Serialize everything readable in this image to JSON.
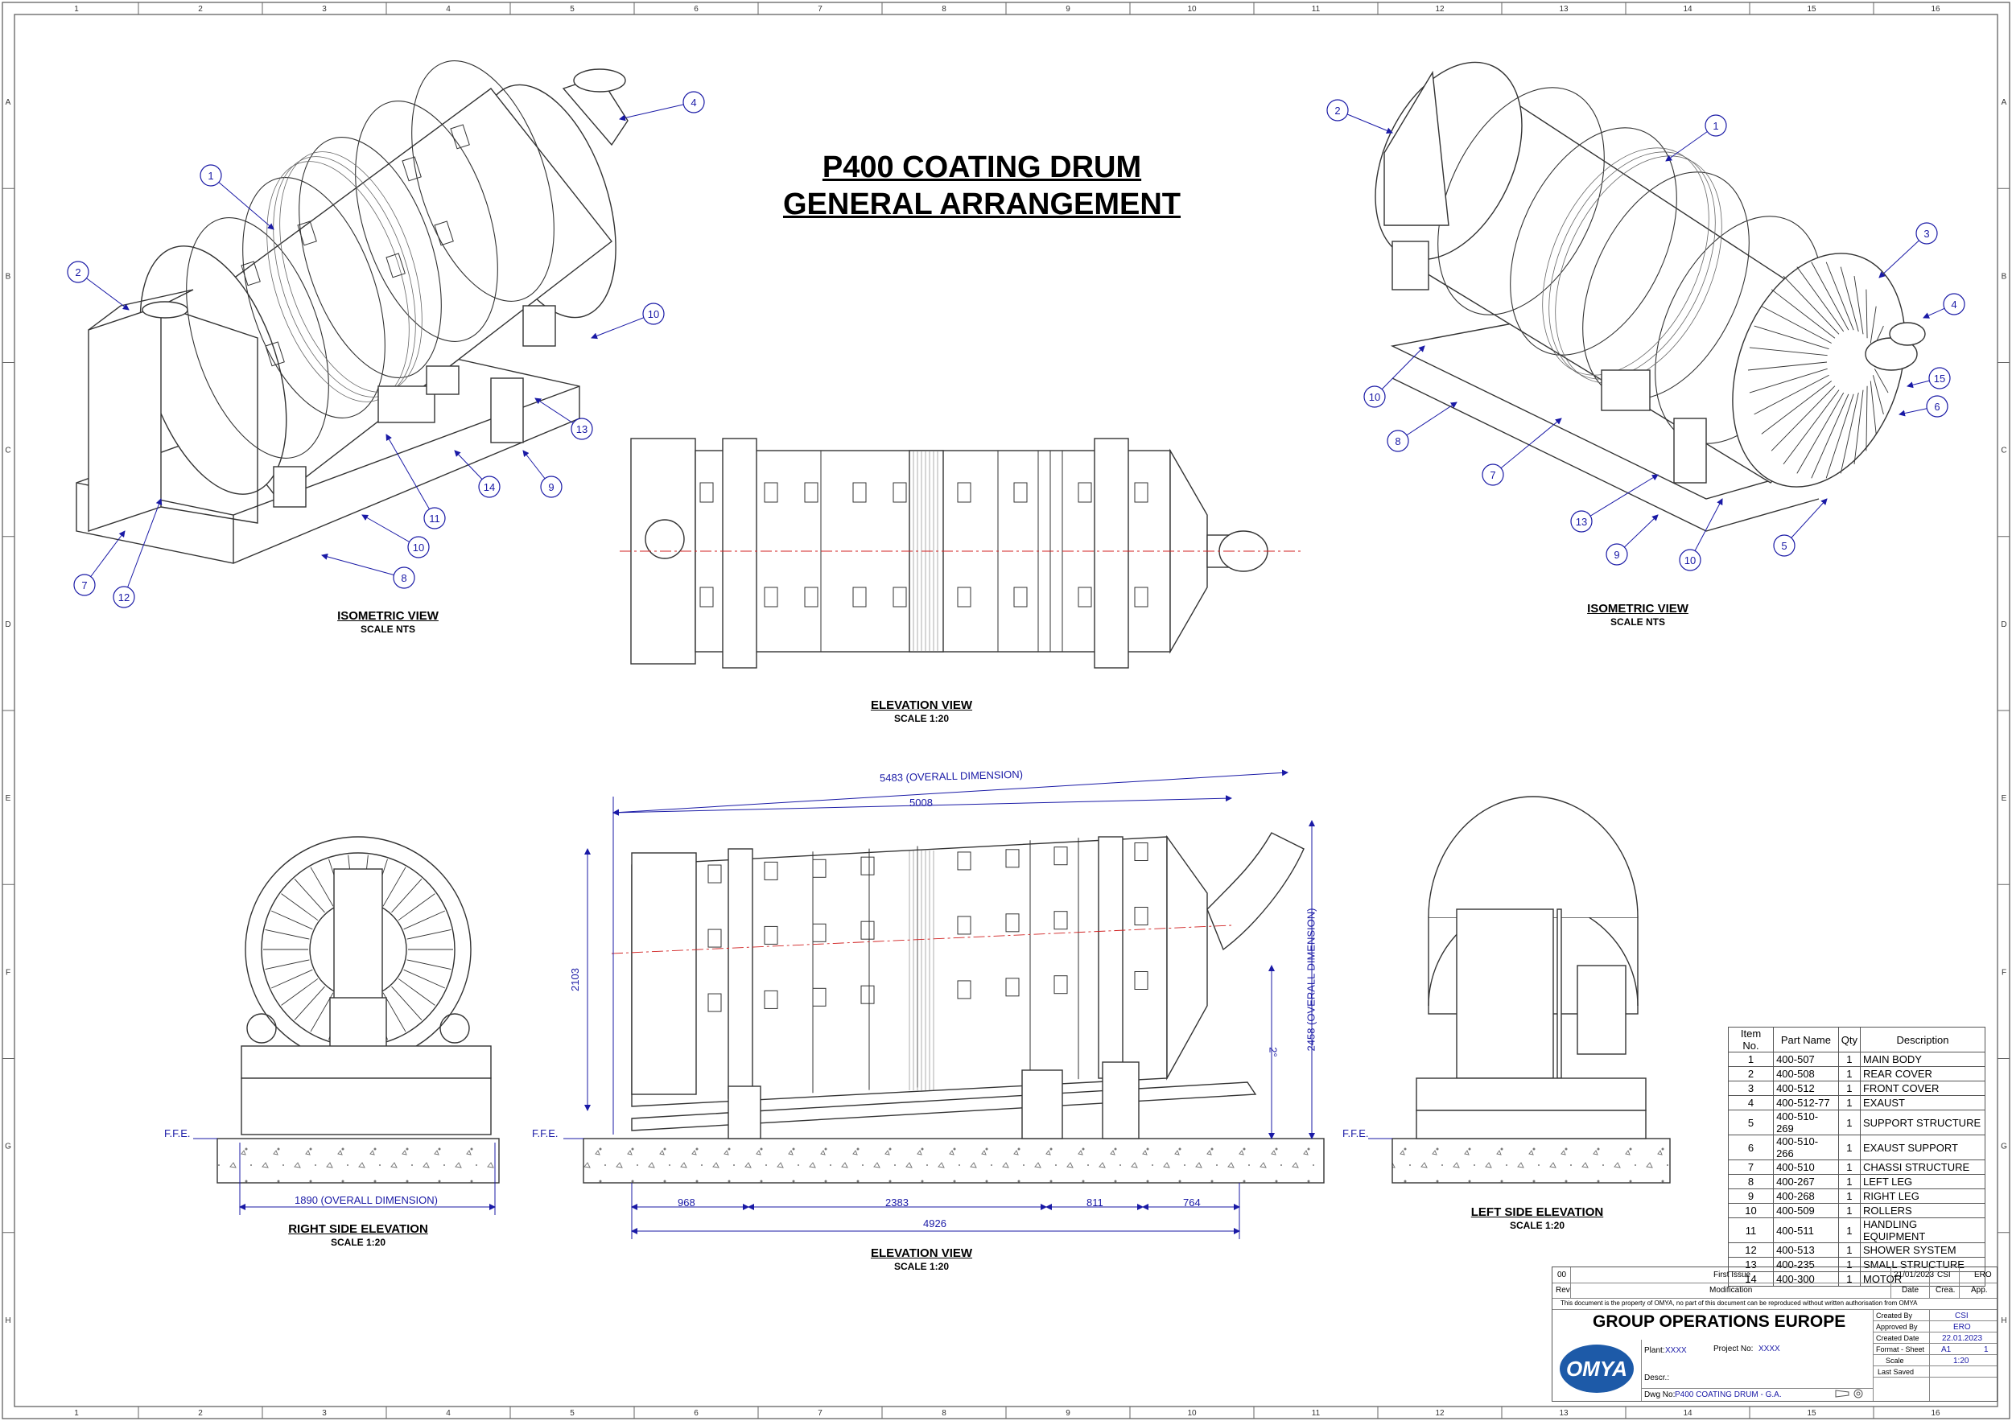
{
  "title": {
    "line1": "P400 COATING DRUM",
    "line2": "GENERAL ARRANGEMENT"
  },
  "border": {
    "columns": [
      "1",
      "2",
      "3",
      "4",
      "5",
      "6",
      "7",
      "8",
      "9",
      "10",
      "11",
      "12",
      "13",
      "14",
      "15",
      "16"
    ],
    "rows": [
      "A",
      "B",
      "C",
      "D",
      "E",
      "F",
      "G",
      "H"
    ]
  },
  "views": {
    "iso_left": {
      "name": "ISOMETRIC VIEW",
      "scale": "SCALE NTS"
    },
    "iso_right": {
      "name": "ISOMETRIC VIEW",
      "scale": "SCALE NTS"
    },
    "elevation_top": {
      "name": "ELEVATION VIEW",
      "scale": "SCALE 1:20"
    },
    "elevation_bottom": {
      "name": "ELEVATION VIEW",
      "scale": "SCALE 1:20"
    },
    "right_side": {
      "name": "RIGHT SIDE ELEVATION",
      "scale": "SCALE 1:20"
    },
    "left_side": {
      "name": "LEFT SIDE ELEVATION",
      "scale": "SCALE 1:20"
    }
  },
  "balloons_left": [
    "1",
    "2",
    "4",
    "10",
    "13",
    "14",
    "9",
    "11",
    "10",
    "8",
    "7",
    "12"
  ],
  "balloons_right": [
    "2",
    "1",
    "3",
    "4",
    "15",
    "6",
    "10",
    "8",
    "7",
    "13",
    "9",
    "10",
    "5"
  ],
  "dimensions": {
    "overall_length": "5483 (OVERALL DIMENSION)",
    "drum_length": "5008",
    "height": "2103",
    "overall_height": "2458 (OVERALL DIMENSION)",
    "slope": "2°",
    "width": "1890 (OVERALL DIMENSION)",
    "seg1": "968",
    "seg2": "2383",
    "seg3": "811",
    "seg4": "764",
    "base_length": "4926",
    "ffe": "F.F.E."
  },
  "parts": {
    "headers": [
      "Item No.",
      "Part Name",
      "Qty",
      "Description"
    ],
    "rows": [
      [
        "1",
        "400-507",
        "1",
        "MAIN BODY"
      ],
      [
        "2",
        "400-508",
        "1",
        "REAR COVER"
      ],
      [
        "3",
        "400-512",
        "1",
        "FRONT COVER"
      ],
      [
        "4",
        "400-512-77",
        "1",
        "EXAUST"
      ],
      [
        "5",
        "400-510-269",
        "1",
        "SUPPORT STRUCTURE"
      ],
      [
        "6",
        "400-510-266",
        "1",
        "EXAUST SUPPORT"
      ],
      [
        "7",
        "400-510",
        "1",
        "CHASSI STRUCTURE"
      ],
      [
        "8",
        "400-267",
        "1",
        "LEFT LEG"
      ],
      [
        "9",
        "400-268",
        "1",
        "RIGHT LEG"
      ],
      [
        "10",
        "400-509",
        "1",
        "ROLLERS"
      ],
      [
        "11",
        "400-511",
        "1",
        "HANDLING EQUIPMENT"
      ],
      [
        "12",
        "400-513",
        "1",
        "SHOWER SYSTEM"
      ],
      [
        "13",
        "400-235",
        "1",
        "SMALL STRUCTURE"
      ],
      [
        "14",
        "400-300",
        "1",
        "MOTOR"
      ]
    ]
  },
  "title_block": {
    "rev_row": {
      "rev": "00",
      "modification": "First Issue",
      "date": "21/01/2023",
      "crea": "CSI",
      "app": "ERO"
    },
    "rev_header": {
      "rev": "Rev",
      "modification": "Modification",
      "date": "Date",
      "crea": "Crea.",
      "app": "App."
    },
    "notice": "This document is the property of OMYA, no part of this document can be reproduced without written authorisation from OMYA",
    "company": "GROUP OPERATIONS EUROPE",
    "plant_label": "Plant:",
    "plant_value": "XXXX",
    "project_label": "Project No:",
    "project_value": "XXXX",
    "descr_label": "Descr.:",
    "dwg_label": "Dwg No:",
    "dwg_value": "P400 COATING DRUM - G.A.",
    "logo": "OMYA",
    "created_by_label": "Created By",
    "created_by": "CSI",
    "approved_by_label": "Approved By",
    "approved_by": "ERO",
    "created_date_label": "Created Date",
    "created_date": "22.01.2023",
    "format_label": "Format - Sheet",
    "format": "A1",
    "sheet": "1",
    "scale_label": "Scale",
    "scale": "1:20",
    "last_saved_label": "Last Saved",
    "last_saved": ""
  },
  "colors": {
    "line": "#333333",
    "dimension": "#1a1aa6",
    "centerline": "#d02020",
    "balloon": "#1a1aa6"
  }
}
